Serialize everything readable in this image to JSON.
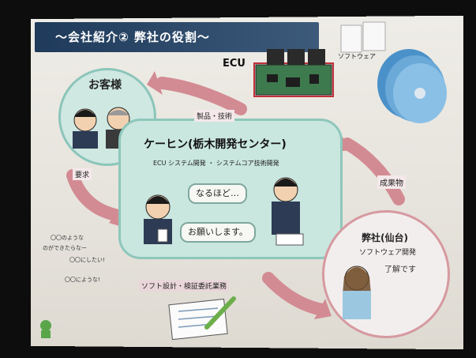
{
  "slide": {
    "title": "〜会社紹介② 弊社の役割〜"
  },
  "customer": {
    "label": "お客様"
  },
  "company": {
    "name": "ケーヒン(栃木開発センター)",
    "subtitle": "ECU システム開発 ・ システムコア技術開発",
    "speech_1": "なるほど…",
    "speech_2": "お願いします。"
  },
  "partner": {
    "name": "弊社(仙台)",
    "subtitle": "ソフトウェア開発",
    "speech": "了解です"
  },
  "flows": {
    "products": "製品・技術",
    "results": "成果物",
    "request": "要求",
    "consign": "ソフト設計・検証委託業務"
  },
  "product_labels": {
    "ecu": "ECU",
    "software": "ソフトウェア"
  },
  "notes": {
    "line1": "〇〇のような",
    "line2": "のができたらなー",
    "line3": "〇〇にしたい!",
    "line4": "〇〇にような!"
  },
  "colors": {
    "title_bar": "#2e4a6a",
    "company_fill": "#c9e6df",
    "customer_fill": "#cfe8e2",
    "partner_border": "#d69aa0",
    "arrow": "#d38b93"
  }
}
